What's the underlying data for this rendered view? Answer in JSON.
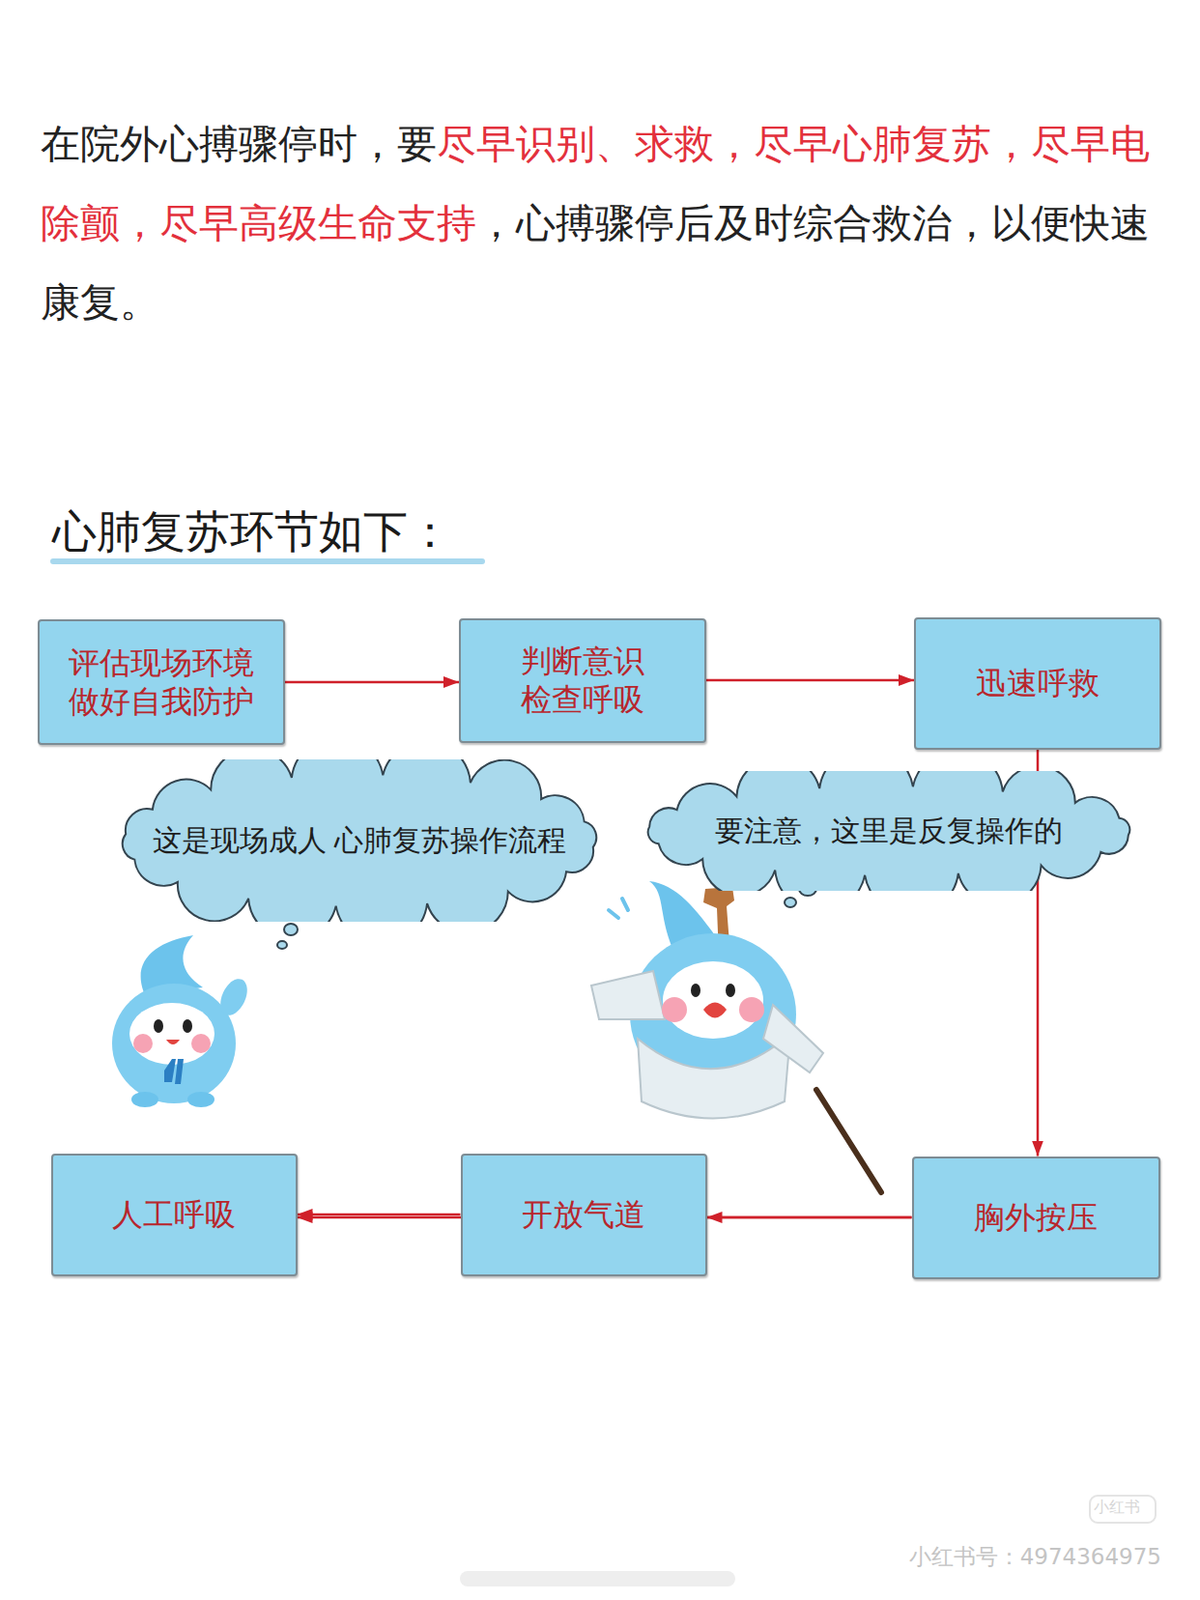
{
  "diagram": {
    "title": "心肺复苏环节如下：",
    "nodes": [
      {
        "text": [
          "评估现场环境 做好自我防护"
        ]
      },
      {
        "text": [
          "判断意识 检查呼吸"
        ]
      },
      {
        "text": [
          "迅速呼救"
        ]
      },
      {
        "text": [
          "胸外按压"
        ]
      },
      {
        "text": [
          "开放气道"
        ]
      },
      {
        "text": [
          "人工呼吸"
        ]
      },
      {
        "text": [
          "这是现场成人 心肺复苏操作流程"
        ]
      },
      {
        "text": [
          "要注意，这里是反复操作的"
        ]
      }
    ],
    "edges": [
      {
        "from": 0,
        "to": 1,
        "arrow": "to"
      },
      {
        "from": 1,
        "to": 2,
        "arrow": "to"
      },
      {
        "from": 2,
        "to": 3,
        "arrow": "to"
      },
      {
        "from": 3,
        "to": 4,
        "arrow": "to"
      },
      {
        "from": 4,
        "to": 5,
        "arrow": "to"
      },
      {
        "from": 3,
        "to": 5,
        "arrow": "to"
      }
    ],
    "labels": [
      "在院外心搏骤停时，要",
      "尽早识别、求救，尽早心肺复苏，尽早电除颤，尽早高级生命支持",
      "，心搏骤停后及时综合救治，以便快速康复。",
      "小红书",
      "小红书号：4974364975"
    ]
  }
}
